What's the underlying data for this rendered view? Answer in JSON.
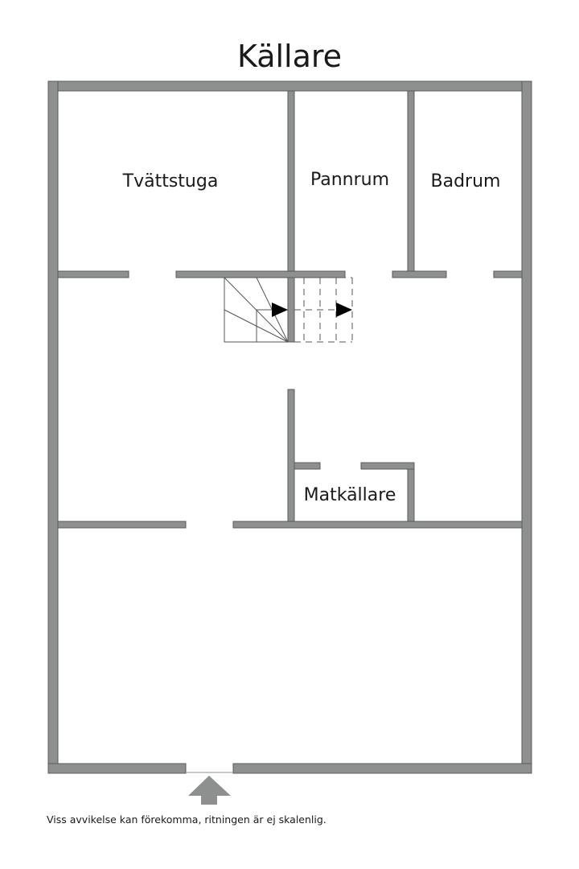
{
  "plan": {
    "title": "Källare",
    "rooms": [
      {
        "name": "Tvättstuga"
      },
      {
        "name": "Pannrum"
      },
      {
        "name": "Badrum"
      },
      {
        "name": "Matkällare"
      }
    ],
    "entrance_icon": "entrance-arrow-up-icon",
    "stairs_icon": "stair-direction-arrow-icon",
    "colors": {
      "wall": "#8e9090",
      "wall_edge": "#5a5c5c",
      "text": "#1a1a1a"
    }
  },
  "footer": {
    "disclaimer": "Viss avvikelse kan förekomma, ritningen är ej skalenlig."
  }
}
